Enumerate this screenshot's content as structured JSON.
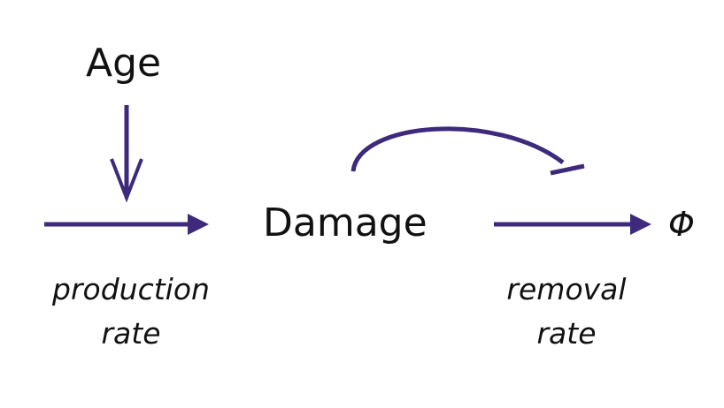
{
  "diagram": {
    "accent_color": "#3d2a7c",
    "nodes": {
      "age": "Age",
      "damage": "Damage",
      "sink": "Φ"
    },
    "captions": {
      "production_line1": "production",
      "production_line2": "rate",
      "removal_line1": "removal",
      "removal_line2": "rate"
    },
    "edges": [
      {
        "from": "age",
        "to": "production-arrow",
        "type": "activation"
      },
      {
        "from": "source",
        "to": "damage",
        "type": "activation",
        "label": "production rate"
      },
      {
        "from": "damage",
        "to": "sink",
        "type": "activation",
        "label": "removal rate"
      },
      {
        "from": "damage",
        "to": "removal-arrow",
        "type": "inhibition"
      }
    ]
  }
}
